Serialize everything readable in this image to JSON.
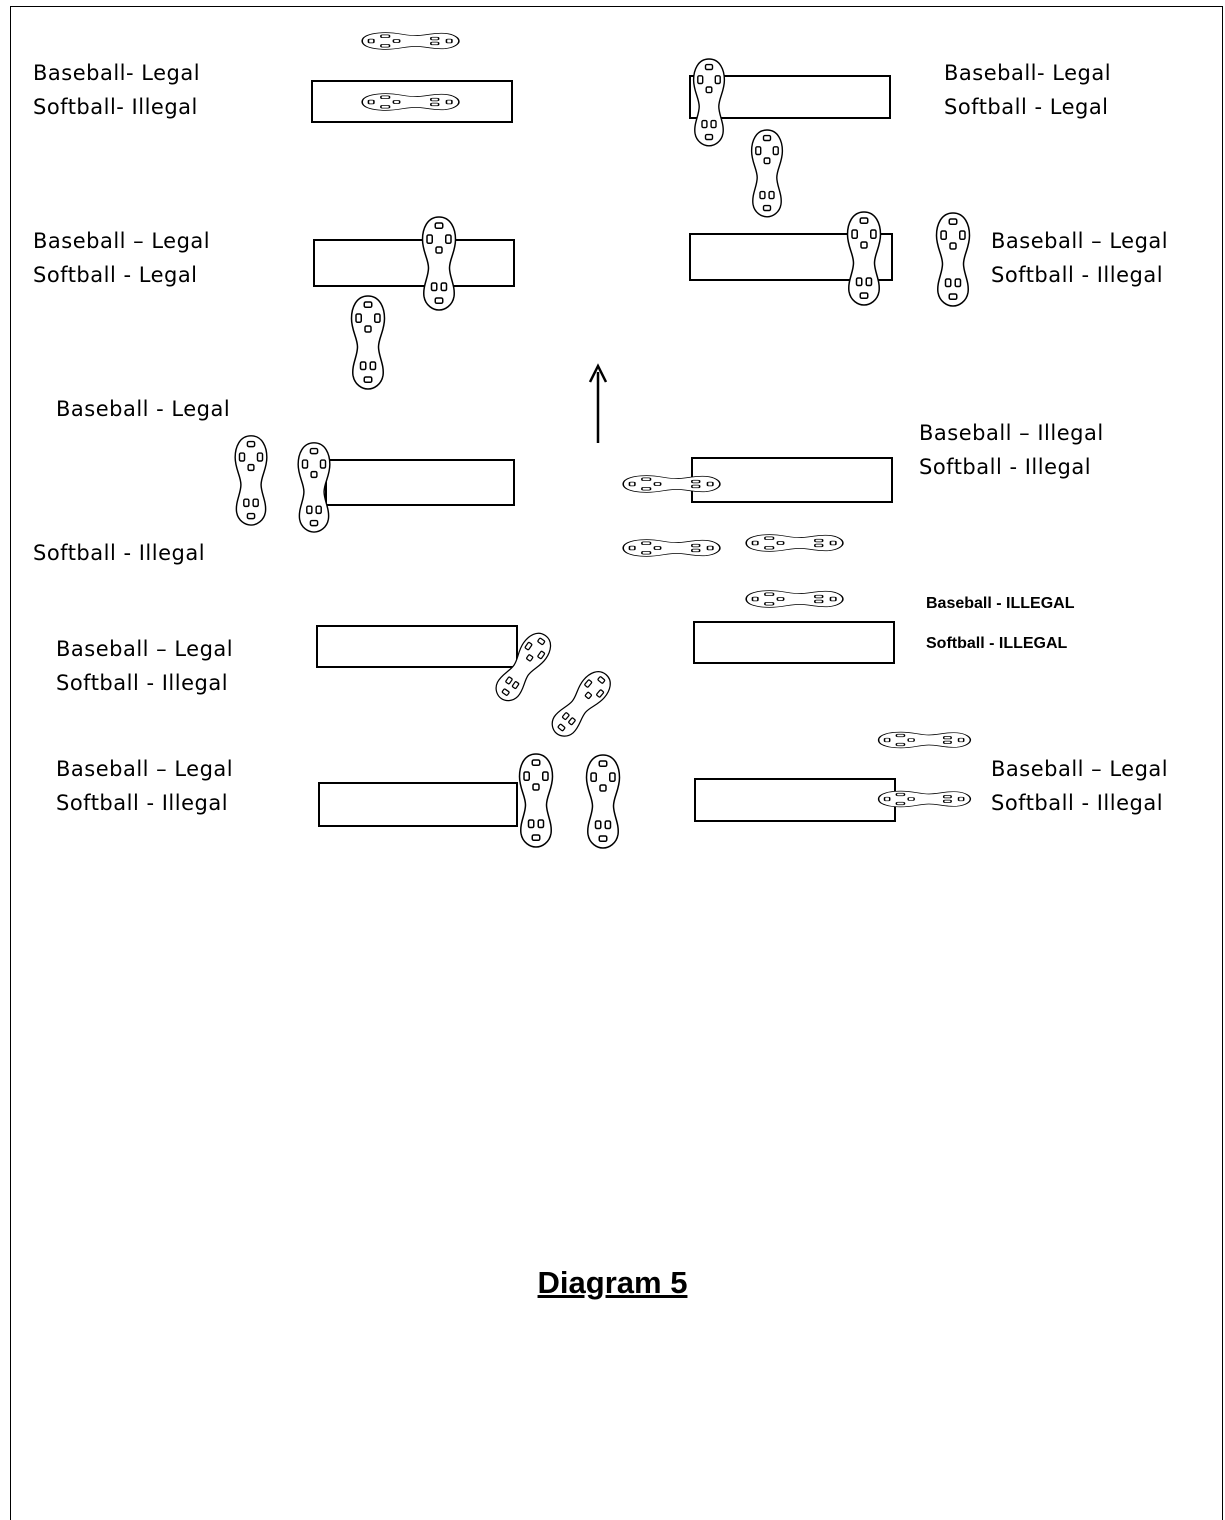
{
  "labels": {
    "d1": {
      "line1": "Baseball- Legal",
      "line2": "Softball- Illegal"
    },
    "d2": {
      "line1": "Baseball- Legal",
      "line2": "Softball - Legal"
    },
    "d3": {
      "line1": "Baseball – Legal",
      "line2": "Softball - Legal"
    },
    "d4": {
      "line1": "Baseball – Legal",
      "line2": "Softball - Illegal"
    },
    "d5": {
      "line1": "Baseball - Legal",
      "line2": "Softball - Illegal"
    },
    "d6": {
      "line1": "Baseball – Illegal",
      "line2": "Softball - Illegal"
    },
    "d7": {
      "line1": "Baseball - ILLEGAL",
      "line2": "Softball - ILLEGAL"
    },
    "d8": {
      "line1": "Baseball – Legal",
      "line2": "Softball - Illegal"
    },
    "d9": {
      "line1": "Baseball – Legal",
      "line2": "Softball - Illegal"
    },
    "d10": {
      "line1": "Baseball – Legal",
      "line2": "Softball - Illegal"
    }
  },
  "caption": "Diagram 5",
  "icons": {
    "foot": "cleat-footprint-icon",
    "direction": "up-arrow-icon"
  }
}
